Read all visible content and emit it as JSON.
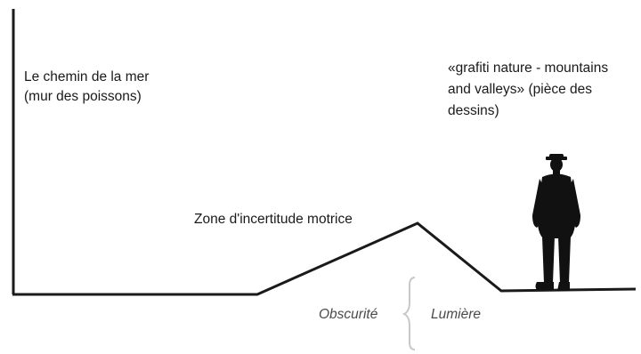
{
  "labels": {
    "left_line1": "Le chemin de la mer",
    "left_line2": "(mur des poissons)",
    "right_line1": "«grafiti nature - mountains",
    "right_line2": "and valleys» (pièce des",
    "right_line3": "dessins)",
    "zone": "Zone d'incertitude motrice",
    "obscurite": "Obscurité",
    "lumiere": "Lumière"
  },
  "colors": {
    "line": "#1a1a1a",
    "brace": "#c8c8c8",
    "figure": "#111111"
  },
  "icons": {
    "person": "person-silhouette-icon",
    "brace": "curly-brace-icon"
  }
}
